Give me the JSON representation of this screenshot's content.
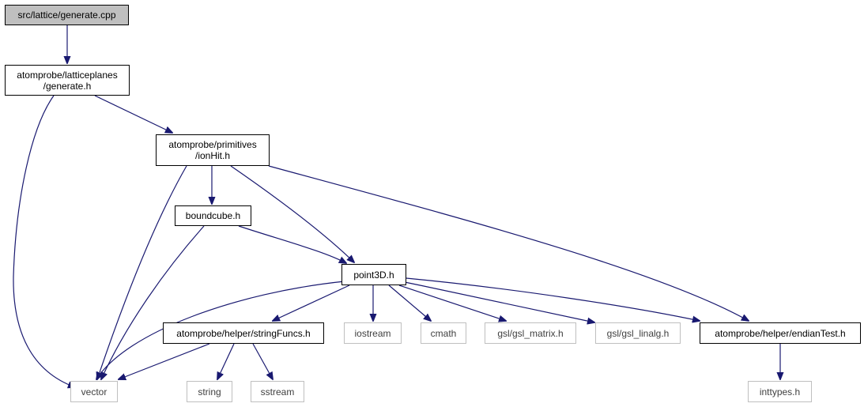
{
  "graph": {
    "nodes": {
      "generate_cpp": {
        "label": [
          "src/lattice/generate.cpp"
        ],
        "kind": "root"
      },
      "generate_h": {
        "label": [
          "atomprobe/latticeplanes",
          "/generate.h"
        ],
        "kind": "internal"
      },
      "ionhit_h": {
        "label": [
          "atomprobe/primitives",
          "/ionHit.h"
        ],
        "kind": "internal"
      },
      "boundcube_h": {
        "label": [
          "boundcube.h"
        ],
        "kind": "internal"
      },
      "point3d_h": {
        "label": [
          "point3D.h"
        ],
        "kind": "internal"
      },
      "stringfuncs_h": {
        "label": [
          "atomprobe/helper/stringFuncs.h"
        ],
        "kind": "internal"
      },
      "endiantest_h": {
        "label": [
          "atomprobe/helper/endianTest.h"
        ],
        "kind": "internal"
      },
      "vector": {
        "label": [
          "vector"
        ],
        "kind": "external"
      },
      "iostream": {
        "label": [
          "iostream"
        ],
        "kind": "external"
      },
      "cmath": {
        "label": [
          "cmath"
        ],
        "kind": "external"
      },
      "gsl_matrix": {
        "label": [
          "gsl/gsl_matrix.h"
        ],
        "kind": "external"
      },
      "gsl_linalg": {
        "label": [
          "gsl/gsl_linalg.h"
        ],
        "kind": "external"
      },
      "string": {
        "label": [
          "string"
        ],
        "kind": "external"
      },
      "sstream": {
        "label": [
          "sstream"
        ],
        "kind": "external"
      },
      "inttypes": {
        "label": [
          "inttypes.h"
        ],
        "kind": "external"
      }
    },
    "edges": [
      [
        "generate_cpp",
        "generate_h"
      ],
      [
        "generate_h",
        "vector"
      ],
      [
        "generate_h",
        "ionhit_h"
      ],
      [
        "ionhit_h",
        "vector"
      ],
      [
        "ionhit_h",
        "boundcube_h"
      ],
      [
        "ionhit_h",
        "point3d_h"
      ],
      [
        "ionhit_h",
        "endiantest_h"
      ],
      [
        "boundcube_h",
        "vector"
      ],
      [
        "boundcube_h",
        "point3d_h"
      ],
      [
        "point3d_h",
        "vector"
      ],
      [
        "point3d_h",
        "stringfuncs_h"
      ],
      [
        "point3d_h",
        "iostream"
      ],
      [
        "point3d_h",
        "cmath"
      ],
      [
        "point3d_h",
        "gsl_matrix"
      ],
      [
        "point3d_h",
        "gsl_linalg"
      ],
      [
        "point3d_h",
        "endiantest_h"
      ],
      [
        "stringfuncs_h",
        "vector"
      ],
      [
        "stringfuncs_h",
        "string"
      ],
      [
        "stringfuncs_h",
        "sstream"
      ],
      [
        "endiantest_h",
        "inttypes"
      ]
    ],
    "colors": {
      "edge": "#191970",
      "root_fill": "#bfbfbf",
      "internal_border": "#000000",
      "external_border": "#bfbfbf",
      "external_text": "#404040"
    }
  }
}
